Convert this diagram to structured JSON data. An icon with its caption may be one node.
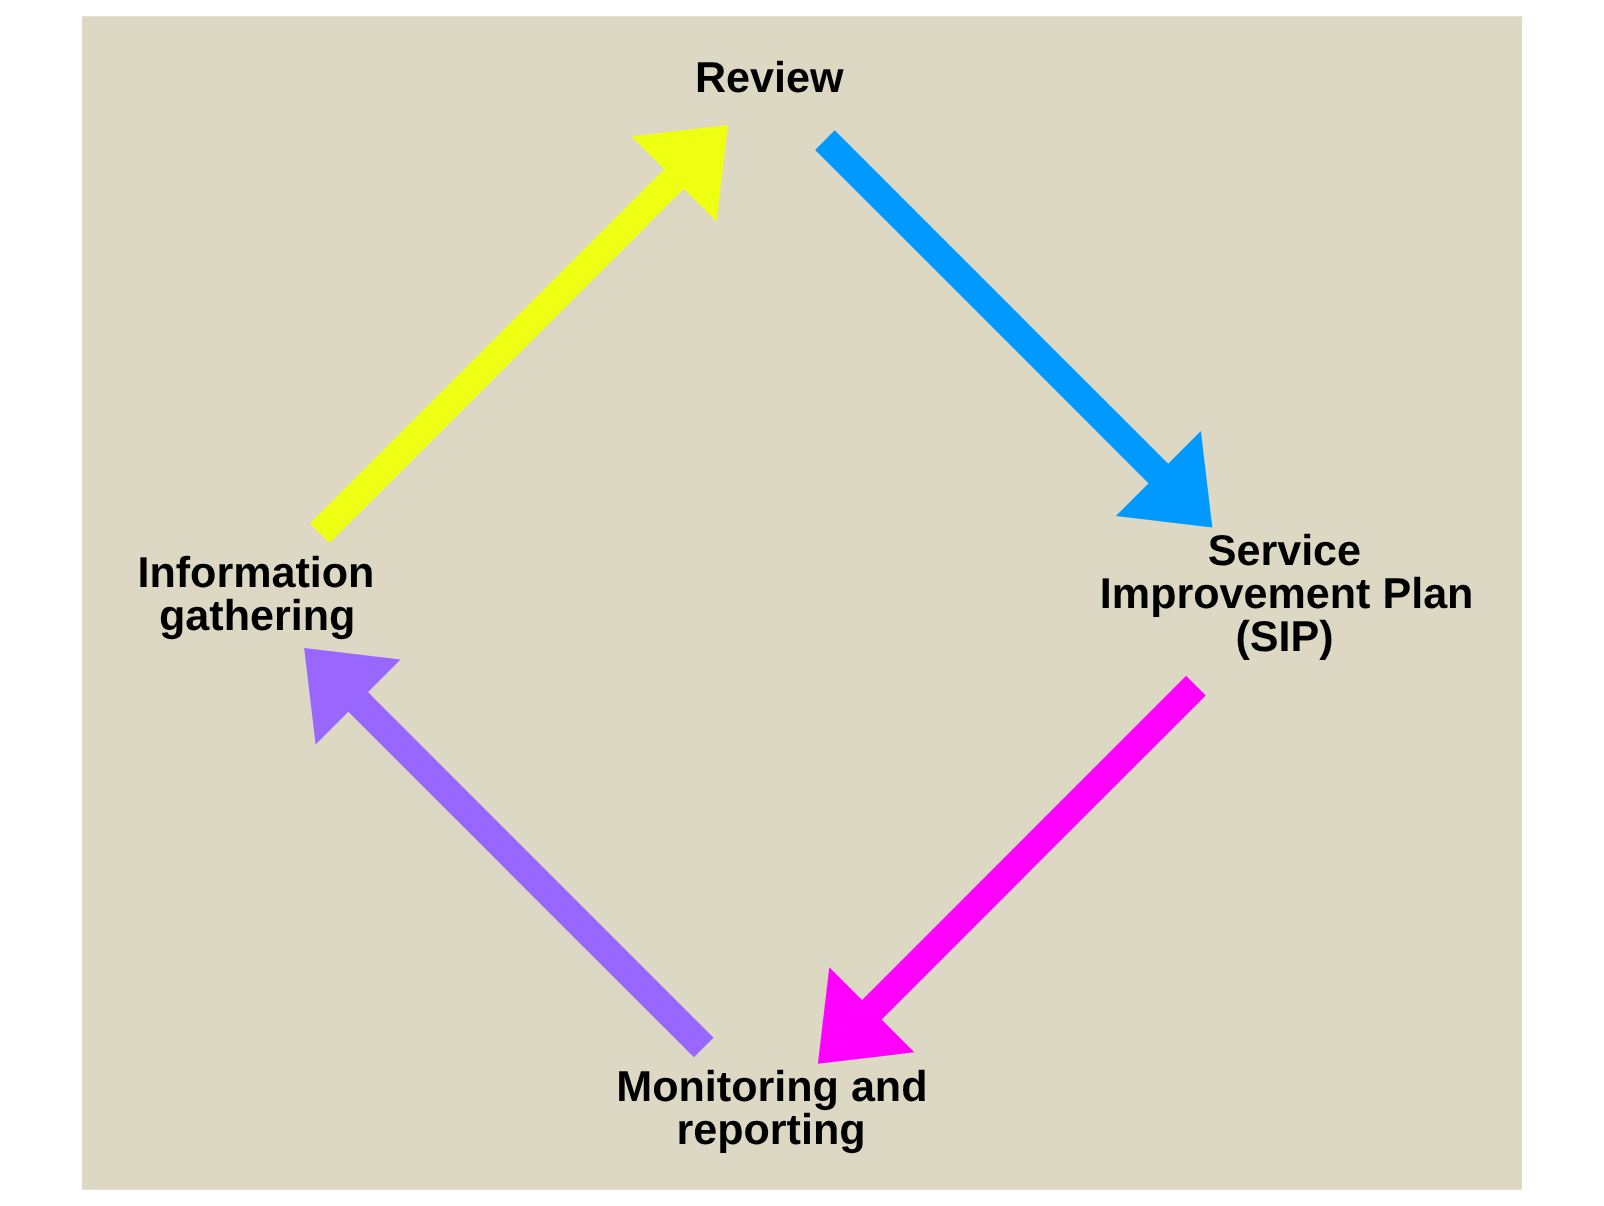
{
  "diagram": {
    "nodes": [
      {
        "text": [
          "Monitoring and reporting"
        ]
      },
      {
        "text": [
          "Information gathering"
        ]
      },
      {
        "text": [
          "Review"
        ]
      },
      {
        "text": [
          "Service Improvement Plan (SIP)"
        ]
      }
    ],
    "edges": [
      {
        "from": 0,
        "to": 1,
        "arrow": "to",
        "color": "#9966ff"
      },
      {
        "from": 1,
        "to": 2,
        "arrow": "to",
        "color": "#eeff11"
      },
      {
        "from": 2,
        "to": 3,
        "arrow": "to",
        "color": "#0099ff"
      },
      {
        "from": 3,
        "to": 0,
        "arrow": "to",
        "color": "#ff00ff"
      }
    ]
  }
}
